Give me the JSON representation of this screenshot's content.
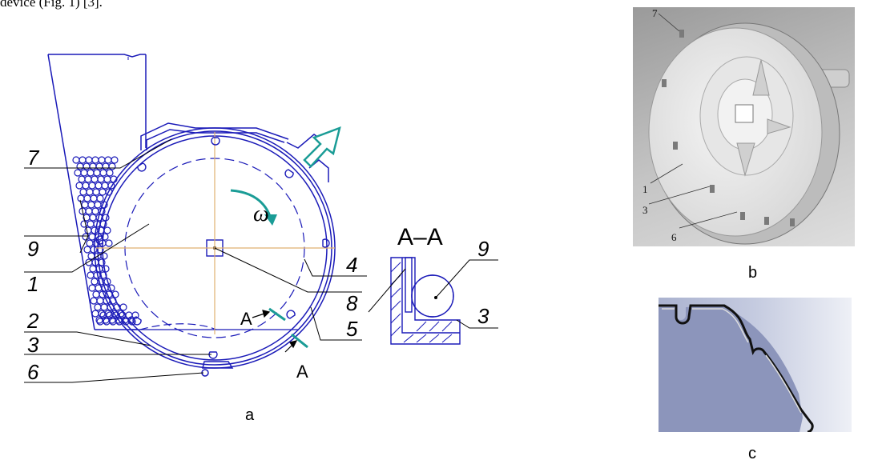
{
  "top_text": "device (Fig. 1) [3].",
  "scheme": {
    "callouts": [
      "7",
      "9",
      "1",
      "2",
      "3",
      "6",
      "4",
      "8",
      "5"
    ],
    "omega": "ω",
    "section_arrow_top": "A",
    "section_arrow_bottom": "A",
    "section_title": "A–A",
    "section_callouts": [
      "9",
      "3"
    ]
  },
  "photo_b": {
    "labels": [
      "7",
      "1",
      "3",
      "6"
    ]
  },
  "captions": {
    "a": "a",
    "b": "b",
    "c": "c"
  },
  "colors": {
    "drawing_line": "#1a1ab8",
    "accent_arrow": "#1a9c96",
    "axis_line": "#e0b070",
    "ink": "#000000"
  }
}
